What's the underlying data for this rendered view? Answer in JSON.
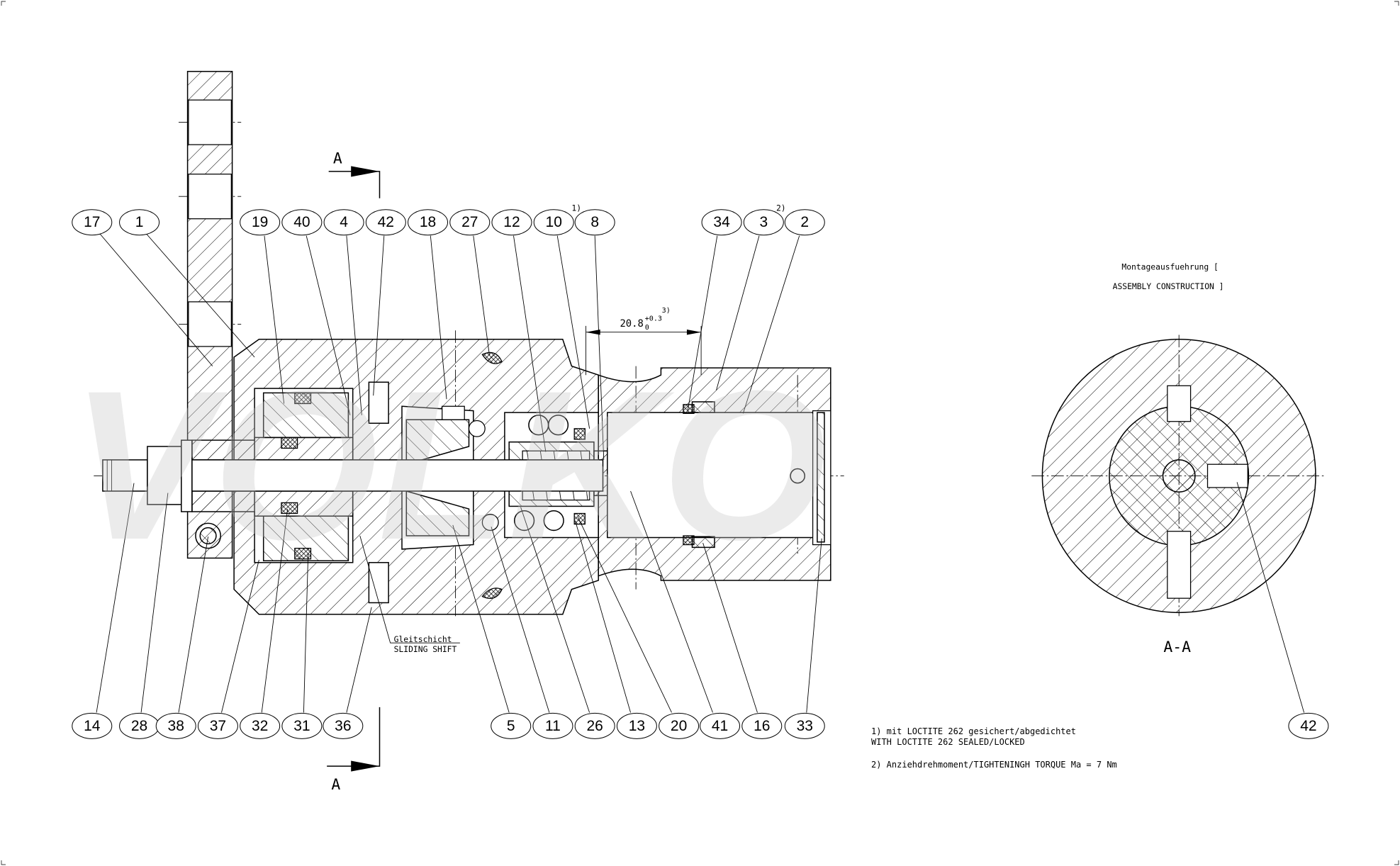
{
  "watermark": "VOLKO",
  "section_markers": {
    "top": "A",
    "bottom": "A",
    "view_label": "A-A"
  },
  "dimension": {
    "value": "20.8",
    "tol_upper": "+0.3",
    "tol_lower": "0",
    "note_ref": "3)"
  },
  "note_refs": {
    "item8": "1)",
    "item2": "2)"
  },
  "surface_note": {
    "line1": "Gleitschicht",
    "line2": "SLIDING SHIFT"
  },
  "assembly_title": {
    "line1": "Montageausfuehrung [",
    "line2": "ASSEMBLY CONSTRUCTION ]"
  },
  "notes": [
    "1) mit LOCTITE 262 gesichert/abgedichtet",
    "WITH LOCTITE 262 SEALED/LOCKED",
    "2) Anziehdrehmoment/TIGHTENINGH TORQUE Ma = 7 Nm"
  ],
  "balloons_top": [
    "17",
    "1",
    "19",
    "40",
    "4",
    "42",
    "18",
    "27",
    "12",
    "10",
    "8",
    "34",
    "3",
    "2"
  ],
  "balloons_bottom": [
    "14",
    "28",
    "38",
    "37",
    "32",
    "31",
    "36",
    "5",
    "11",
    "26",
    "13",
    "20",
    "41",
    "16",
    "33"
  ],
  "balloon_section": "42"
}
